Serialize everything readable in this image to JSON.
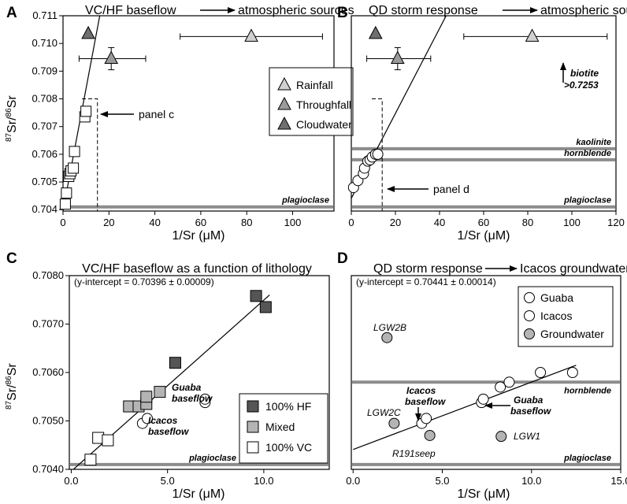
{
  "chart_data": [
    {
      "panel": "A",
      "type": "scatter",
      "title": "VC/HF baseflow",
      "title_suffix": "atmospheric sources",
      "xlabel": "1/Sr (μM)",
      "ylabel_base": "Sr/",
      "ylabel_sup1": "87",
      "ylabel_sup2": "86",
      "ylabel_tail": "Sr",
      "xlim": [
        0,
        118
      ],
      "ylim": [
        0.70395,
        0.711
      ],
      "xticks": [
        "0",
        "20",
        "40",
        "60",
        "80",
        "100"
      ],
      "xtick_values": [
        0,
        20,
        40,
        60,
        80,
        100
      ],
      "yticks": [
        "0.704",
        "0.705",
        "0.706",
        "0.707",
        "0.708",
        "0.709",
        "0.710",
        "0.711"
      ],
      "ytick_values": [
        0.704,
        0.705,
        0.706,
        0.707,
        0.708,
        0.709,
        0.71,
        0.711
      ],
      "points_square": [
        {
          "x": 1.0,
          "y": 0.7042
        },
        {
          "x": 1.5,
          "y": 0.7046
        },
        {
          "x": 2.5,
          "y": 0.7052
        },
        {
          "x": 3.0,
          "y": 0.7053
        },
        {
          "x": 3.5,
          "y": 0.7054
        },
        {
          "x": 4.5,
          "y": 0.7055
        },
        {
          "x": 5.0,
          "y": 0.7061
        },
        {
          "x": 9.5,
          "y": 0.70735
        },
        {
          "x": 10.0,
          "y": 0.70755
        }
      ],
      "atmospheric": [
        {
          "name": "Rainfall",
          "x": 82,
          "y": 0.71025,
          "xerr": [
            51,
            113
          ],
          "yerr": null
        },
        {
          "name": "Throughfall",
          "x": 21,
          "y": 0.70945,
          "xerr": [
            7,
            36
          ],
          "yerr": [
            0.70905,
            0.70985
          ]
        },
        {
          "name": "Cloudwater",
          "x": 11,
          "y": 0.71035,
          "xerr": null,
          "yerr": null
        }
      ],
      "fit_line": [
        [
          0,
          0.70396
        ],
        [
          16,
          0.711
        ]
      ],
      "lines": [
        {
          "label": "plagioclase",
          "y": 0.7041
        }
      ],
      "box": {
        "x0": 0,
        "x1": 15,
        "y0": 0.70395,
        "y1": 0.708
      },
      "annotation": "panel c",
      "legend": [
        "Rainfall",
        "Throughfall",
        "Cloudwater"
      ],
      "colors": {
        "rainfall": "#d0d0d0",
        "throughfall": "#9a9a9a",
        "cloudwater": "#6f6f6f",
        "line": "#8c8c8c"
      }
    },
    {
      "panel": "B",
      "type": "scatter",
      "title": "QD storm response",
      "title_suffix": "atmospheric sources",
      "xlabel": "1/Sr (μM)",
      "xlim": [
        0,
        120
      ],
      "ylim": [
        0.70395,
        0.711
      ],
      "xticks": [
        "0",
        "20",
        "40",
        "60",
        "80",
        "100",
        "120"
      ],
      "xtick_values": [
        0,
        20,
        40,
        60,
        80,
        100,
        120
      ],
      "points_circle": [
        {
          "x": 1.0,
          "y": 0.7048
        },
        {
          "x": 3.0,
          "y": 0.70505
        },
        {
          "x": 5.5,
          "y": 0.7053
        },
        {
          "x": 6.0,
          "y": 0.7055
        },
        {
          "x": 7.5,
          "y": 0.70575
        },
        {
          "x": 8.5,
          "y": 0.7058
        },
        {
          "x": 9.5,
          "y": 0.7059
        },
        {
          "x": 11.0,
          "y": 0.706
        },
        {
          "x": 12.0,
          "y": 0.706
        }
      ],
      "atmospheric": [
        {
          "name": "Rainfall",
          "x": 82,
          "y": 0.71025,
          "xerr": [
            51,
            116
          ],
          "yerr": null
        },
        {
          "name": "Throughfall",
          "x": 21,
          "y": 0.70945,
          "xerr": [
            7,
            36
          ],
          "yerr": [
            0.70905,
            0.70985
          ]
        },
        {
          "name": "Cloudwater",
          "x": 11,
          "y": 0.71035,
          "xerr": null,
          "yerr": null
        }
      ],
      "fit_line": [
        [
          0,
          0.70441
        ],
        [
          43,
          0.711
        ]
      ],
      "lines": [
        {
          "label": "kaolinite",
          "y": 0.7062
        },
        {
          "label": "hornblende",
          "y": 0.7058
        },
        {
          "label": "plagioclase",
          "y": 0.7041
        }
      ],
      "box": {
        "x0": 0,
        "x1": 14,
        "y0": 0.70395,
        "y1": 0.708
      },
      "annotation": "panel d",
      "biotite_note": "biotite",
      "biotite_value": ">0.7253"
    },
    {
      "panel": "C",
      "type": "scatter",
      "title": "VC/HF baseflow as a function of lithology",
      "intercept_text": "(y-intercept = 0.70396 ± 0.00009)",
      "xlabel": "1/Sr (μM)",
      "xlim": [
        -0.1,
        13.4
      ],
      "ylim": [
        0.704,
        0.708
      ],
      "xticks": [
        "0.0",
        "5.0",
        "10.0"
      ],
      "xtick_values": [
        0,
        5,
        10
      ],
      "yticks": [
        "0.7040",
        "0.7050",
        "0.7060",
        "0.7070",
        "0.7080"
      ],
      "ytick_values": [
        0.704,
        0.705,
        0.706,
        0.707,
        0.708
      ],
      "series": [
        {
          "name": "100% HF",
          "color": "#555555",
          "points": [
            [
              5.4,
              0.7062
            ],
            [
              9.6,
              0.70758
            ],
            [
              10.1,
              0.70735
            ]
          ]
        },
        {
          "name": "Mixed",
          "color": "#b4b4b4",
          "points": [
            [
              3.0,
              0.7053
            ],
            [
              3.5,
              0.7053
            ],
            [
              3.9,
              0.70535
            ],
            [
              3.9,
              0.7055
            ],
            [
              4.6,
              0.7056
            ]
          ]
        },
        {
          "name": "100% VC",
          "color": "#ffffff",
          "points": [
            [
              1.0,
              0.7042
            ],
            [
              1.4,
              0.70465
            ],
            [
              1.9,
              0.7046
            ]
          ]
        }
      ],
      "circles": [
        [
          3.7,
          0.70495
        ],
        [
          3.95,
          0.70505
        ],
        [
          6.95,
          0.70538
        ],
        [
          6.95,
          0.70545
        ]
      ],
      "fit_line": [
        [
          0,
          0.70396
        ],
        [
          10.3,
          0.7076
        ]
      ],
      "lines": [
        {
          "label": "plagioclase",
          "y": 0.7041
        }
      ],
      "annotations": [
        {
          "text": "Guaba",
          "text2": "baseflow"
        },
        {
          "text": "Icacos",
          "text2": "baseflow"
        }
      ]
    },
    {
      "panel": "D",
      "type": "scatter",
      "title": "QD storm response",
      "title_suffix": "Icacos groundwater",
      "intercept_text": "(y-intercept = 0.70441 ± 0.00014)",
      "xlabel": "1/Sr (μM)",
      "xlim": [
        -0.1,
        15.0
      ],
      "ylim": [
        0.704,
        0.708
      ],
      "xticks": [
        "0.0",
        "5.0",
        "10.0",
        "15.0"
      ],
      "xtick_values": [
        0,
        5,
        10,
        15
      ],
      "series": [
        {
          "name": "Guaba",
          "color": "#ffffff",
          "points": [
            [
              7.2,
              0.70538
            ],
            [
              7.3,
              0.70545
            ],
            [
              8.25,
              0.7057
            ],
            [
              8.75,
              0.7058
            ],
            [
              10.5,
              0.706
            ],
            [
              12.3,
              0.706
            ]
          ]
        },
        {
          "name": "Icacos",
          "color": "#ffffff",
          "points": [
            [
              3.85,
              0.70495
            ],
            [
              4.1,
              0.70505
            ]
          ]
        },
        {
          "name": "Groundwater",
          "color": "#b4b4b4",
          "points": [
            [
              1.9,
              0.70672
            ],
            [
              2.3,
              0.70495
            ],
            [
              4.3,
              0.7047
            ],
            [
              8.3,
              0.70468
            ]
          ]
        }
      ],
      "fit_line": [
        [
          0,
          0.70441
        ],
        [
          12.5,
          0.70615
        ]
      ],
      "lines": [
        {
          "label": "hornblende",
          "y": 0.7058
        },
        {
          "label": "plagioclase",
          "y": 0.7041
        }
      ],
      "point_labels": [
        "LGW2B",
        "LGW2C",
        "R191seep",
        "LGW1"
      ],
      "annotations": [
        {
          "text": "Icacos",
          "text2": "baseflow"
        },
        {
          "text": "Guaba",
          "text2": "baseflow"
        }
      ]
    }
  ]
}
